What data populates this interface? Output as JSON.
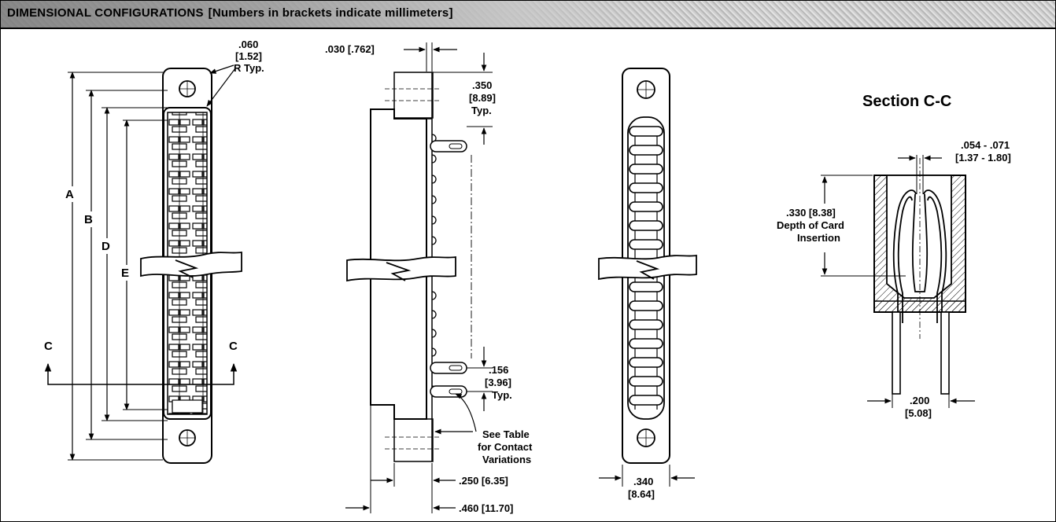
{
  "header": {
    "title": "DIMENSIONAL CONFIGURATIONS",
    "subtitle": "[Numbers in brackets indicate millimeters]"
  },
  "front_view": {
    "radius_in": ".060",
    "radius_mm": "[1.52]",
    "radius_note": "R Typ.",
    "dim_a": "A",
    "dim_b": "B",
    "dim_d": "D",
    "dim_e": "E",
    "section_left": "C",
    "section_right": "C"
  },
  "side_view": {
    "flange": ".030 [.762]",
    "pitch_in": ".350",
    "pitch_mm": "[8.89]",
    "pitch_note": "Typ.",
    "tail_in": ".156",
    "tail_mm": "[3.96]",
    "tail_note": "Typ.",
    "note_line1": "See Table",
    "note_line2": "for Contact",
    "note_line3": "Variations",
    "body_depth": ".250 [6.35]",
    "overall_depth": ".460 [11.70]"
  },
  "rear_view": {
    "width_in": ".340",
    "width_mm": "[8.64]"
  },
  "section": {
    "title": "Section C-C",
    "gap_in": ".054 - .071",
    "gap_mm": "[1.37 - 1.80]",
    "depth_line1": ".330 [8.38]",
    "depth_line2": "Depth of Card",
    "depth_line3": "Insertion",
    "spacing_in": ".200",
    "spacing_mm": "[5.08]"
  }
}
